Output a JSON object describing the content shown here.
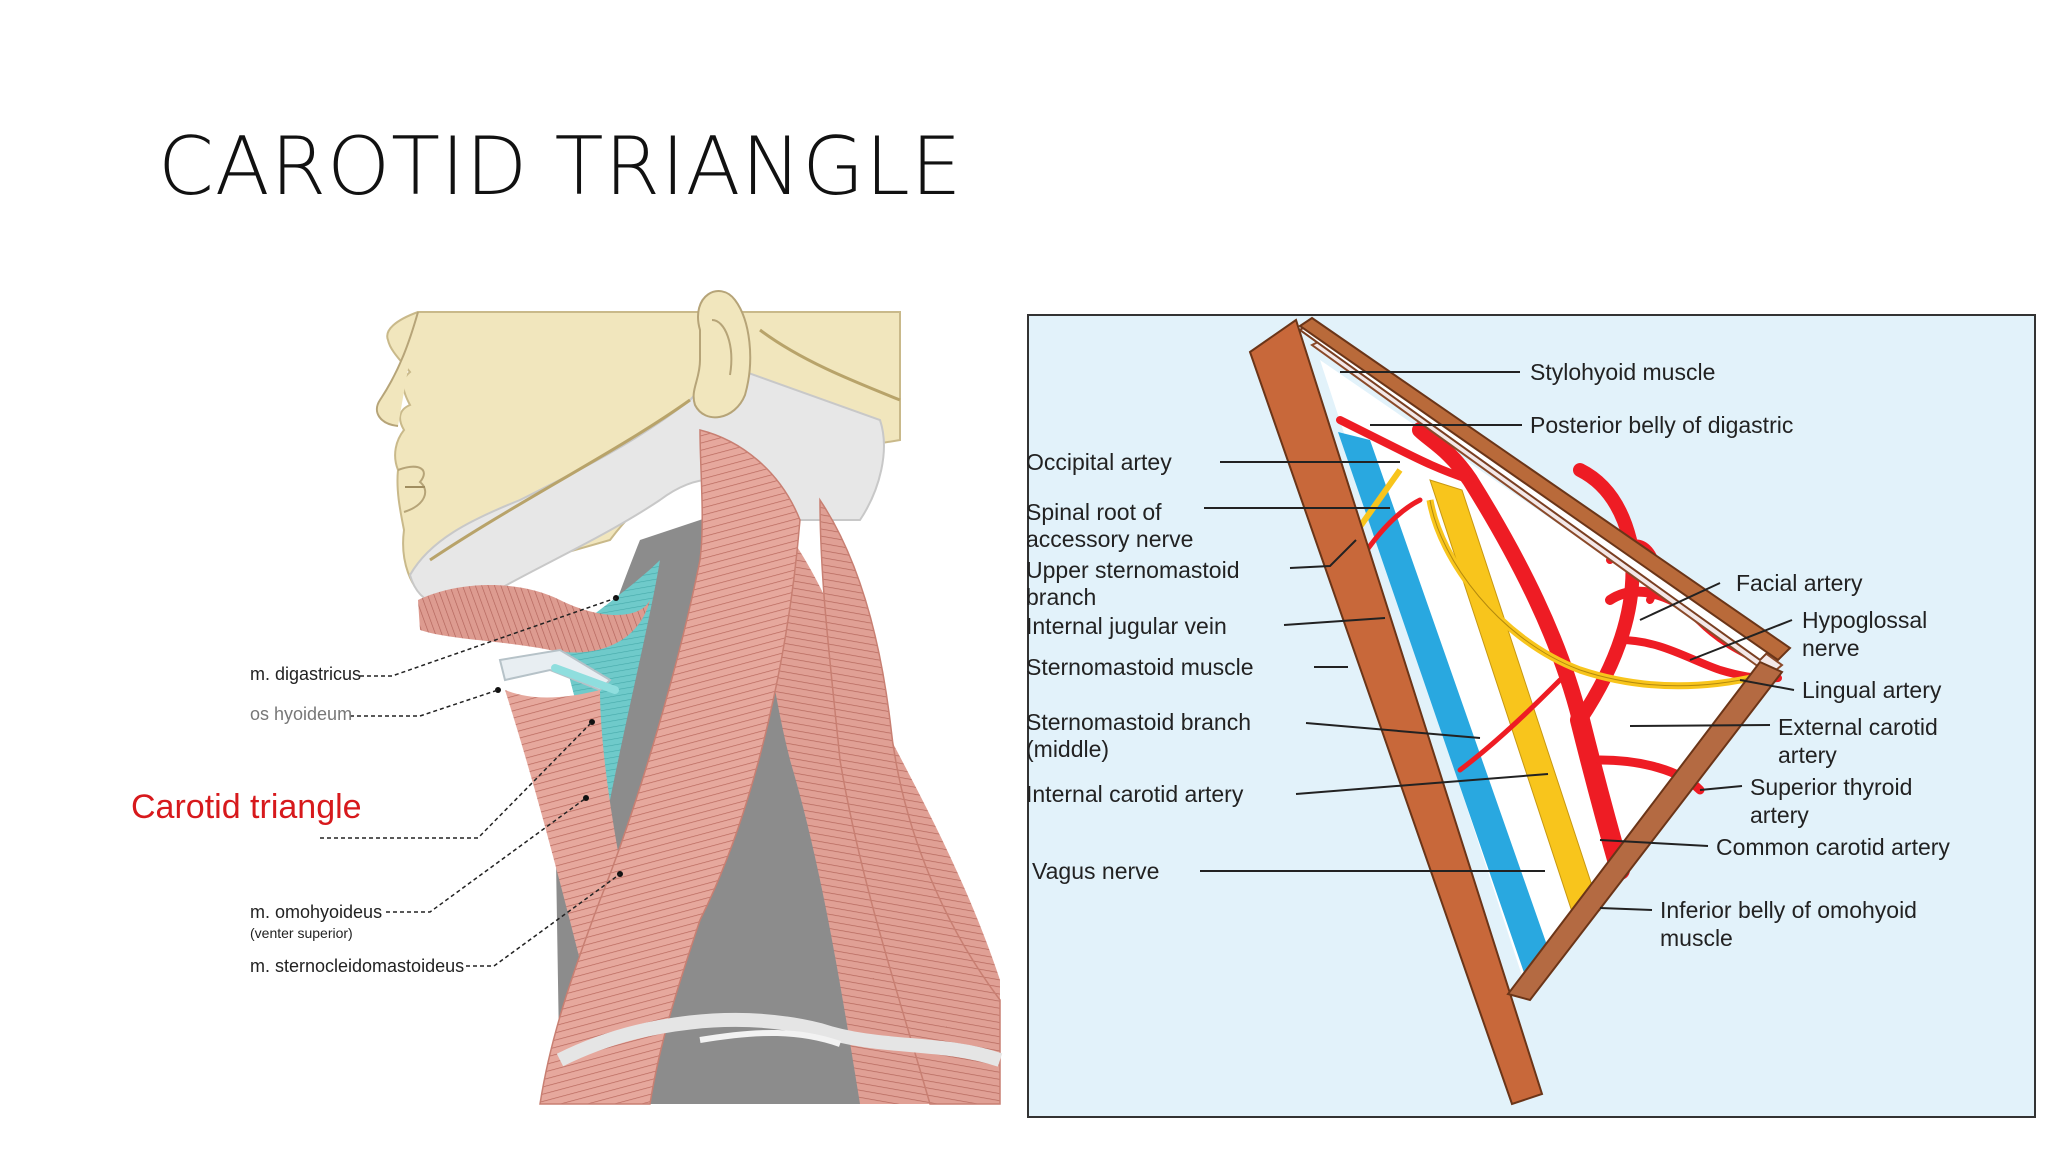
{
  "slide": {
    "title": "CAROTID TRIANGLE"
  },
  "left_figure": {
    "labels": {
      "digastricus": "m. digastricus",
      "hyoid": "os hyoideum",
      "carotid_triangle": "Carotid triangle",
      "omohyoideus": "m. omohyoideus",
      "omohyoideus_sub": "(venter superior)",
      "scm": "m. sternocleidomastoideus"
    },
    "colors": {
      "skin": "#f1e6bd",
      "bone": "#e7e7e7",
      "muscle": "#e5a79c",
      "triangle": "#5fc4c4",
      "label_highlight": "#d7191c"
    }
  },
  "right_figure": {
    "labels": {
      "stylohyoid": "Stylohyoid muscle",
      "post_digastric": "Posterior belly of digastric",
      "occipital": "Occipital artey",
      "spinal_root_1": "Spinal root of",
      "spinal_root_2": "accessory nerve",
      "upper_scm_1": "Upper sternomastoid",
      "upper_scm_2": "branch",
      "ijv": "Internal jugular vein",
      "scm_muscle": "Sternomastoid muscle",
      "scm_branch_1": "Sternomastoid branch",
      "scm_branch_2": "(middle)",
      "ica": "Internal carotid artery",
      "vagus": "Vagus nerve",
      "facial": "Facial artery",
      "hypoglossal_1": "Hypoglossal",
      "hypoglossal_2": "nerve",
      "lingual": "Lingual artery",
      "eca_1": "External carotid",
      "eca_2": "artery",
      "sup_thyroid_1": "Superior thyroid",
      "sup_thyroid_2": "artery",
      "cca": "Common carotid artery",
      "inf_omohyoid_1": "Inferior belly of omohyoid",
      "inf_omohyoid_2": "muscle"
    },
    "colors": {
      "background": "#e2f2fa",
      "muscle_border": "#c8683a",
      "artery": "#ee1c24",
      "vein": "#29a8e0",
      "nerve": "#f8c51c"
    }
  }
}
